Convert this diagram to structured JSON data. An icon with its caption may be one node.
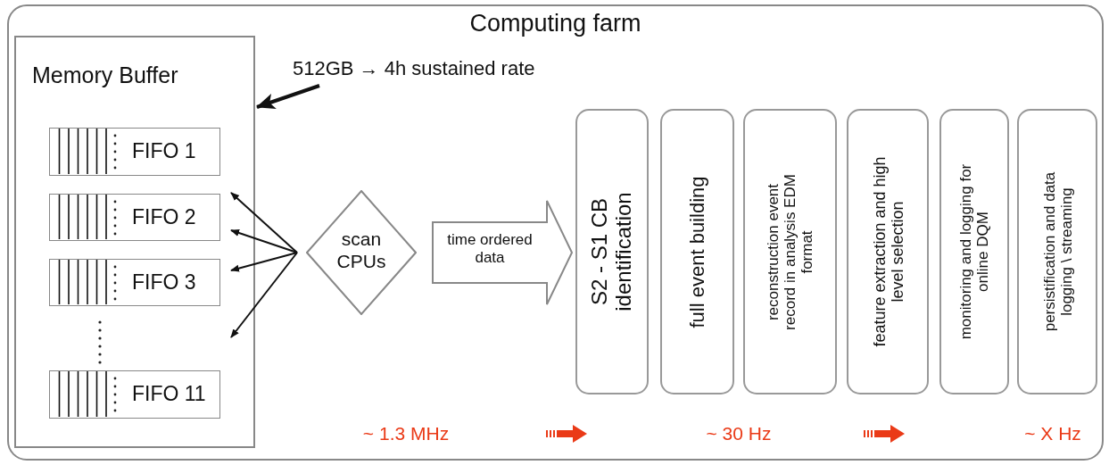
{
  "diagram": {
    "nodes": [
      {
        "text": [
          "Computing farm"
        ]
      },
      {
        "text": [
          "Memory Buffer"
        ],
        "in": 0
      },
      {
        "text": [
          "FIFO 1"
        ],
        "in": 1
      },
      {
        "text": [
          "FIFO 2"
        ],
        "in": 1
      },
      {
        "text": [
          "FIFO 3"
        ],
        "in": 1
      },
      {
        "text": [
          "FIFO 11"
        ],
        "in": 1
      },
      {
        "text": [
          "512GB → 4h sustained rate"
        ],
        "in": 0
      },
      {
        "text": [
          "scan CPUs"
        ],
        "in": 0
      },
      {
        "text": [
          "S2 - S1 CB identification"
        ],
        "in": 0
      },
      {
        "text": [
          "full event building"
        ],
        "in": 0
      },
      {
        "text": [
          "reconstruction event record in analysis EDM format"
        ],
        "in": 0
      },
      {
        "text": [
          "feature extraction and high level selection"
        ],
        "in": 0
      },
      {
        "text": [
          "monitoring and logging for online DQM"
        ],
        "in": 0
      },
      {
        "text": [
          "persistification and data logging \\ streaming"
        ],
        "in": 0
      }
    ],
    "edges": [
      {
        "from": 6,
        "to": 1,
        "arrow": "to",
        "style": "thick"
      },
      {
        "from": 7,
        "to": 3,
        "arrow": "to"
      },
      {
        "from": 7,
        "to": 3,
        "arrow": "to"
      },
      {
        "from": 7,
        "to": 4,
        "arrow": "to"
      },
      {
        "from": 7,
        "to": 5,
        "arrow": "to"
      },
      {
        "from": 7,
        "to": 8,
        "arrow": "to",
        "style": "thick",
        "label": "time ordered data"
      }
    ],
    "labels": [
      "~ 1.3 MHz",
      "~ 30 Hz",
      "~ X Hz"
    ]
  }
}
